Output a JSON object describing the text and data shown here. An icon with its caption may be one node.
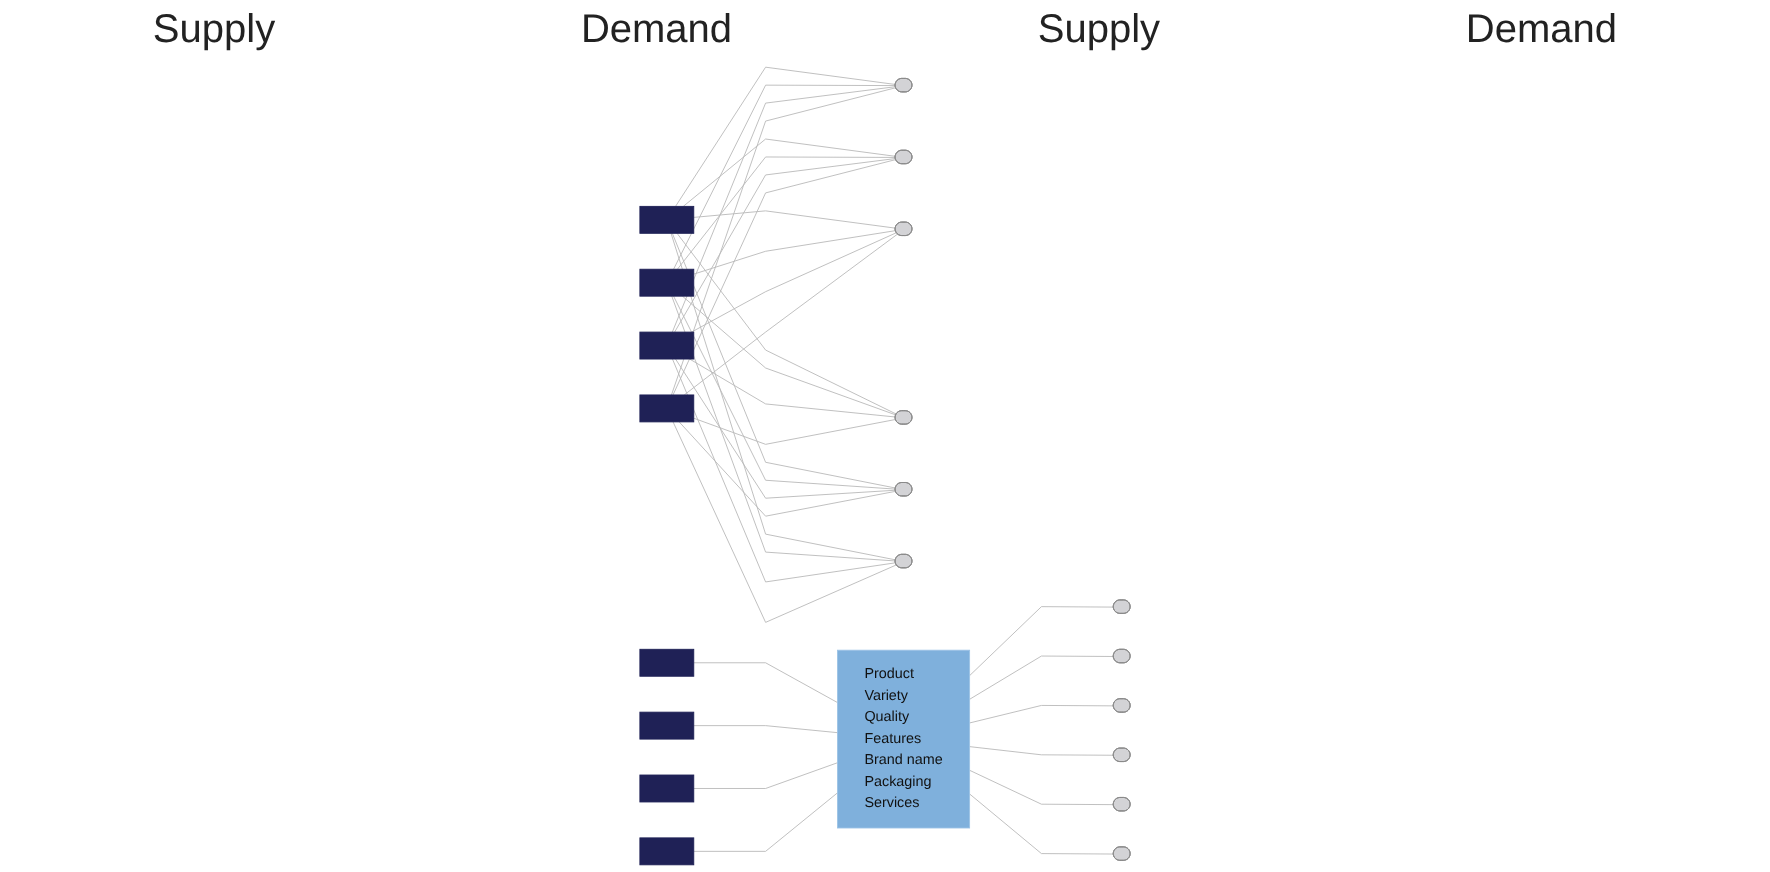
{
  "diagram": {
    "nodes": [
      {
        "text": [],
        "shape": "box"
      },
      {
        "text": [],
        "shape": "box"
      },
      {
        "text": [],
        "shape": "box"
      },
      {
        "text": [],
        "shape": "box"
      },
      {
        "text": [],
        "shape": "ellipse"
      },
      {
        "text": [],
        "shape": "ellipse"
      },
      {
        "text": [],
        "shape": "ellipse"
      },
      {
        "text": [],
        "shape": "ellipse"
      },
      {
        "text": [],
        "shape": "ellipse"
      },
      {
        "text": [],
        "shape": "ellipse"
      },
      {
        "text": [],
        "shape": "box"
      },
      {
        "text": [],
        "shape": "box"
      },
      {
        "text": [],
        "shape": "box"
      },
      {
        "text": [],
        "shape": "box"
      },
      {
        "text": [
          "Product",
          "Variety",
          "Quality",
          "Features",
          "Brand name",
          "Packaging",
          "Services"
        ]
      },
      {
        "text": [],
        "shape": "ellipse"
      },
      {
        "text": [],
        "shape": "ellipse"
      },
      {
        "text": [],
        "shape": "ellipse"
      },
      {
        "text": [],
        "shape": "ellipse"
      },
      {
        "text": [],
        "shape": "ellipse"
      },
      {
        "text": [],
        "shape": "ellipse"
      }
    ],
    "edges": [
      {
        "from": 0,
        "to": 4,
        "arrow": "none"
      },
      {
        "from": 0,
        "to": 5,
        "arrow": "none"
      },
      {
        "from": 0,
        "to": 6,
        "arrow": "none"
      },
      {
        "from": 0,
        "to": 7,
        "arrow": "none"
      },
      {
        "from": 0,
        "to": 8,
        "arrow": "none"
      },
      {
        "from": 0,
        "to": 9,
        "arrow": "none"
      },
      {
        "from": 1,
        "to": 4,
        "arrow": "none"
      },
      {
        "from": 1,
        "to": 5,
        "arrow": "none"
      },
      {
        "from": 1,
        "to": 6,
        "arrow": "none"
      },
      {
        "from": 1,
        "to": 7,
        "arrow": "none"
      },
      {
        "from": 1,
        "to": 8,
        "arrow": "none"
      },
      {
        "from": 1,
        "to": 9,
        "arrow": "none"
      },
      {
        "from": 2,
        "to": 4,
        "arrow": "none"
      },
      {
        "from": 2,
        "to": 5,
        "arrow": "none"
      },
      {
        "from": 2,
        "to": 6,
        "arrow": "none"
      },
      {
        "from": 2,
        "to": 7,
        "arrow": "none"
      },
      {
        "from": 2,
        "to": 8,
        "arrow": "none"
      },
      {
        "from": 2,
        "to": 9,
        "arrow": "none"
      },
      {
        "from": 3,
        "to": 4,
        "arrow": "none"
      },
      {
        "from": 3,
        "to": 5,
        "arrow": "none"
      },
      {
        "from": 3,
        "to": 6,
        "arrow": "none"
      },
      {
        "from": 3,
        "to": 7,
        "arrow": "none"
      },
      {
        "from": 3,
        "to": 8,
        "arrow": "none"
      },
      {
        "from": 3,
        "to": 9,
        "arrow": "none"
      },
      {
        "from": 10,
        "to": 14,
        "arrow": "none"
      },
      {
        "from": 11,
        "to": 14,
        "arrow": "none"
      },
      {
        "from": 12,
        "to": 14,
        "arrow": "none"
      },
      {
        "from": 13,
        "to": 14,
        "arrow": "none"
      },
      {
        "from": 14,
        "to": 15,
        "arrow": "none"
      },
      {
        "from": 14,
        "to": 16,
        "arrow": "none"
      },
      {
        "from": 14,
        "to": 17,
        "arrow": "none"
      },
      {
        "from": 14,
        "to": 18,
        "arrow": "none"
      },
      {
        "from": 14,
        "to": 19,
        "arrow": "none"
      },
      {
        "from": 14,
        "to": 20,
        "arrow": "none"
      }
    ],
    "labels": [
      "Supply",
      "Demand",
      "Supply",
      "Demand"
    ]
  }
}
